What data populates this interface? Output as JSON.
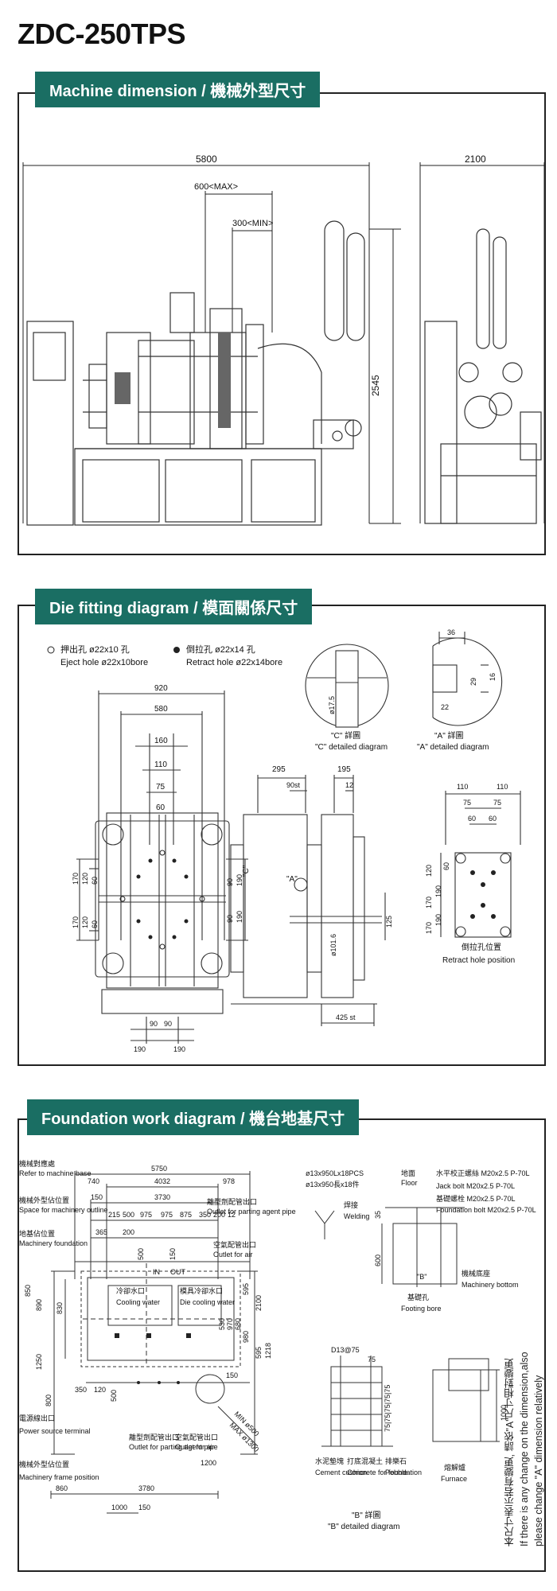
{
  "page": {
    "title": "ZDC-250TPS"
  },
  "section1": {
    "header": "Machine dimension / 機械外型尺寸",
    "dims": {
      "length": "5800",
      "width": "2100",
      "height": "2545",
      "max_open": "600<MAX>",
      "min_open": "300<MIN>"
    }
  },
  "section2": {
    "header": "Die fitting diagram / 模面關係尺寸",
    "legend": {
      "eject_cn": "押出孔 ø22x10 孔",
      "eject_en": "Eject hole ø22x10bore",
      "retract_cn": "倒拉孔 ø22x14 孔",
      "retract_en": "Retract hole ø22x14bore"
    },
    "front": {
      "d920": "920",
      "d580": "580",
      "d160": "160",
      "d110": "110",
      "d75": "75",
      "d60": "60",
      "v170a": "170",
      "v120a": "120",
      "v60a": "60",
      "v90a": "90",
      "v190a": "190",
      "v90b": "90",
      "v190b": "190",
      "v60b": "60",
      "v120b": "120",
      "v170b": "170",
      "b90a": "90",
      "b90b": "90",
      "b190a": "190",
      "b190b": "190"
    },
    "side": {
      "d295": "295",
      "d195": "195",
      "d90st": "90st",
      "d12": "12",
      "dia": "ø101.6",
      "d125": "125",
      "d425": "425 st",
      "markA": "\"A\"",
      "markC": "\"C\""
    },
    "detailC": {
      "dia": "ø17.5",
      "cn": "\"C\" 詳圖",
      "en": "\"C\" detailed diagram"
    },
    "detailA": {
      "d36": "36",
      "d16": "16",
      "d29": "29",
      "d22": "22",
      "cn": "\"A\" 詳圖",
      "en": "\"A\" detailed diagram"
    },
    "retract": {
      "d110a": "110",
      "d110b": "110",
      "d75a": "75",
      "d75b": "75",
      "d60a": "60",
      "d60b": "60",
      "v120": "120",
      "v60": "60",
      "v170": "170",
      "v190a": "190",
      "v190b": "190",
      "v170b": "170",
      "cn": "倒拉孔位置",
      "en": "Retract hole position"
    }
  },
  "section3": {
    "header": "Foundation work diagram / 機台地基尺寸",
    "labels": {
      "mbase_cn": "機械對應處",
      "mbase_en": "Refer to machine base",
      "outline_cn": "機械外型佔位置",
      "outline_en": "Space for machinery outline",
      "found_cn": "地基佔位置",
      "found_en": "Machinery foundation",
      "power_cn": "電源線出口",
      "power_en": "Power source terminal",
      "frame_cn": "機械外型佔位置",
      "frame_en": "Machinery frame position",
      "parting_cn": "離型劑配管出口",
      "parting_en": "Outlet for parting agent pipe",
      "air_cn": "空氣配管出口",
      "air_en": "Outlet for air",
      "cool_cn": "冷卻水口",
      "cool_en": "Cooling water",
      "die_cn": "模具冷卻水口",
      "die_en": "Die cooling water",
      "in": "IN",
      "out": "OUT",
      "parting2_cn": "離型劑配管出口",
      "parting2_en": "Outlet for parting agent pipe",
      "air2_cn": "空氣配管出口",
      "air2_en": "Outlet for air"
    },
    "dims": {
      "d5750": "5750",
      "d4032": "4032",
      "d740": "740",
      "d978": "978",
      "d150": "150",
      "d3730": "3730",
      "d215": "215",
      "d500": "500",
      "d975a": "975",
      "d975b": "975",
      "d875": "875",
      "d350": "350",
      "d200a": "200",
      "d12b": "12",
      "d365": "365",
      "d200b": "200",
      "v150": "150",
      "v500": "500",
      "v850": "850",
      "v890": "890",
      "v830": "830",
      "v1250": "1250",
      "v800": "800",
      "v530": "530",
      "v970": "970",
      "v680": "680",
      "v595a": "595",
      "v595b": "595",
      "v980": "980",
      "v2100": "2100",
      "v1218": "1218",
      "d350b": "350",
      "d120": "120",
      "d150b": "150",
      "d500b": "500",
      "d1200": "1200",
      "d860": "860",
      "d3780": "3780",
      "d1000": "1000",
      "d150c": "150",
      "min500": "MIN ø500",
      "max1300": "MAX ø1300"
    },
    "rebar": {
      "spec1": "ø13x950Lx18PCS",
      "spec2": "ø13x950長x18件",
      "weld_cn": "焊接",
      "weld_en": "Welding"
    },
    "detailB": {
      "d13": "D13@75",
      "d75": "75",
      "stack": "75|75|75|75|75",
      "cement_cn": "水泥墊塊",
      "cement_en": "Cement cushion",
      "concrete_cn": "打底混凝土",
      "concrete_en": "Concrete for foundation",
      "pebble_cn": "排樂石",
      "pebble_en": "Pebble",
      "cn": "\"B\" 詳圖",
      "en": "\"B\" detailed diagram"
    },
    "footing": {
      "floor_cn": "地面",
      "floor_en": "Floor",
      "jack_cn": "水平校正螺絲 M20x2.5 P-70L",
      "jack_en": "Jack bolt M20x2.5 P-70L",
      "fbolt_cn": "基礎螺栓 M20x2.5 P-70L",
      "fbolt_en": "Foundation bolt M20x2.5 P-70L",
      "d35": "35",
      "d600": "600",
      "markB": "\"B\"",
      "mbottom_cn": "機械底座",
      "mbottom_en": "Machinery bottom",
      "fb_cn": "基礎孔",
      "fb_en": "Footing bore"
    },
    "furnace": {
      "d1000": "1000",
      "cn": "熔解爐",
      "en": "Furnace"
    },
    "note": {
      "cn": "本尺寸表示若有變更, 請依\"A\"尺寸相對變更",
      "en1": "If there is any change on the dimension,also",
      "en2": "please change \"A\" dimension relatively"
    }
  }
}
